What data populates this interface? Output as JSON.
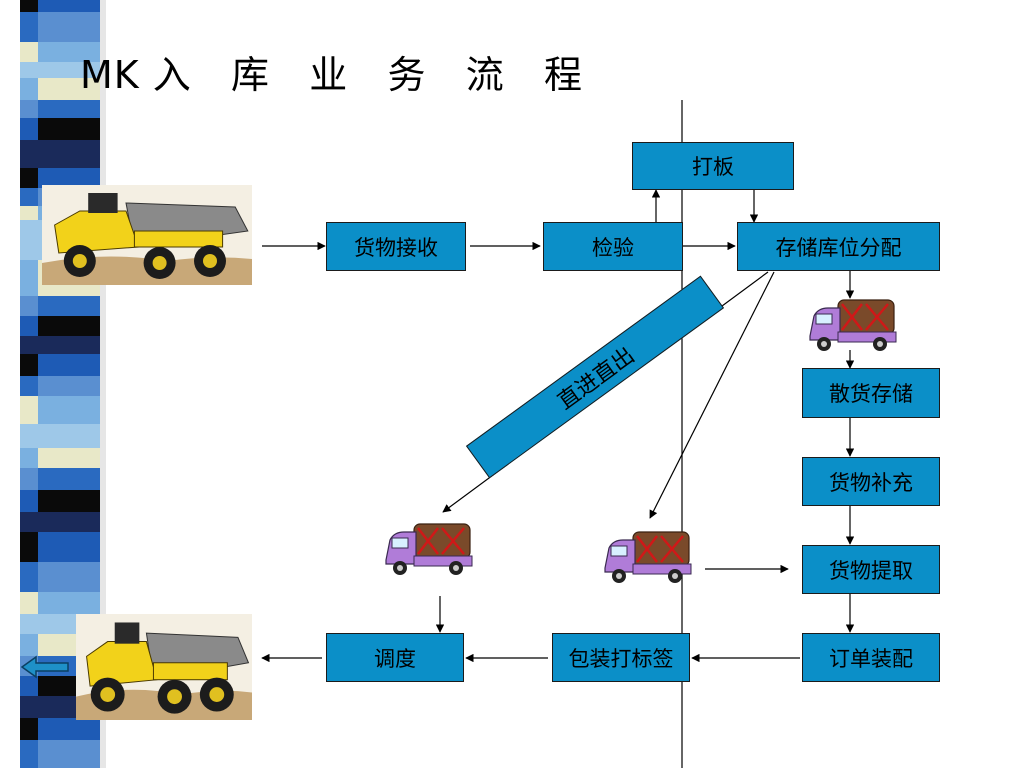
{
  "title": "MK 入   库   业   务   流   程",
  "colors": {
    "box_fill": "#0b8fc8",
    "accent": "#1e90c8",
    "truck_body": "#b07cd8",
    "cargo": "#7a4a2a"
  },
  "nodes": {
    "receive": "货物接收",
    "inspect": "检验",
    "pallet": "打板",
    "allocate": "存储库位分配",
    "bulk_storage": "散货存储",
    "replenish": "货物补充",
    "pick": "货物提取",
    "order_assembly": "订单装配",
    "label": "包装打标签",
    "dispatch": "调度"
  },
  "cross_dock_label": "直进直出",
  "icons": {
    "dump_truck": "dump-truck-icon",
    "delivery_truck": "delivery-truck-icon",
    "back_arrow": "back-arrow-icon"
  }
}
